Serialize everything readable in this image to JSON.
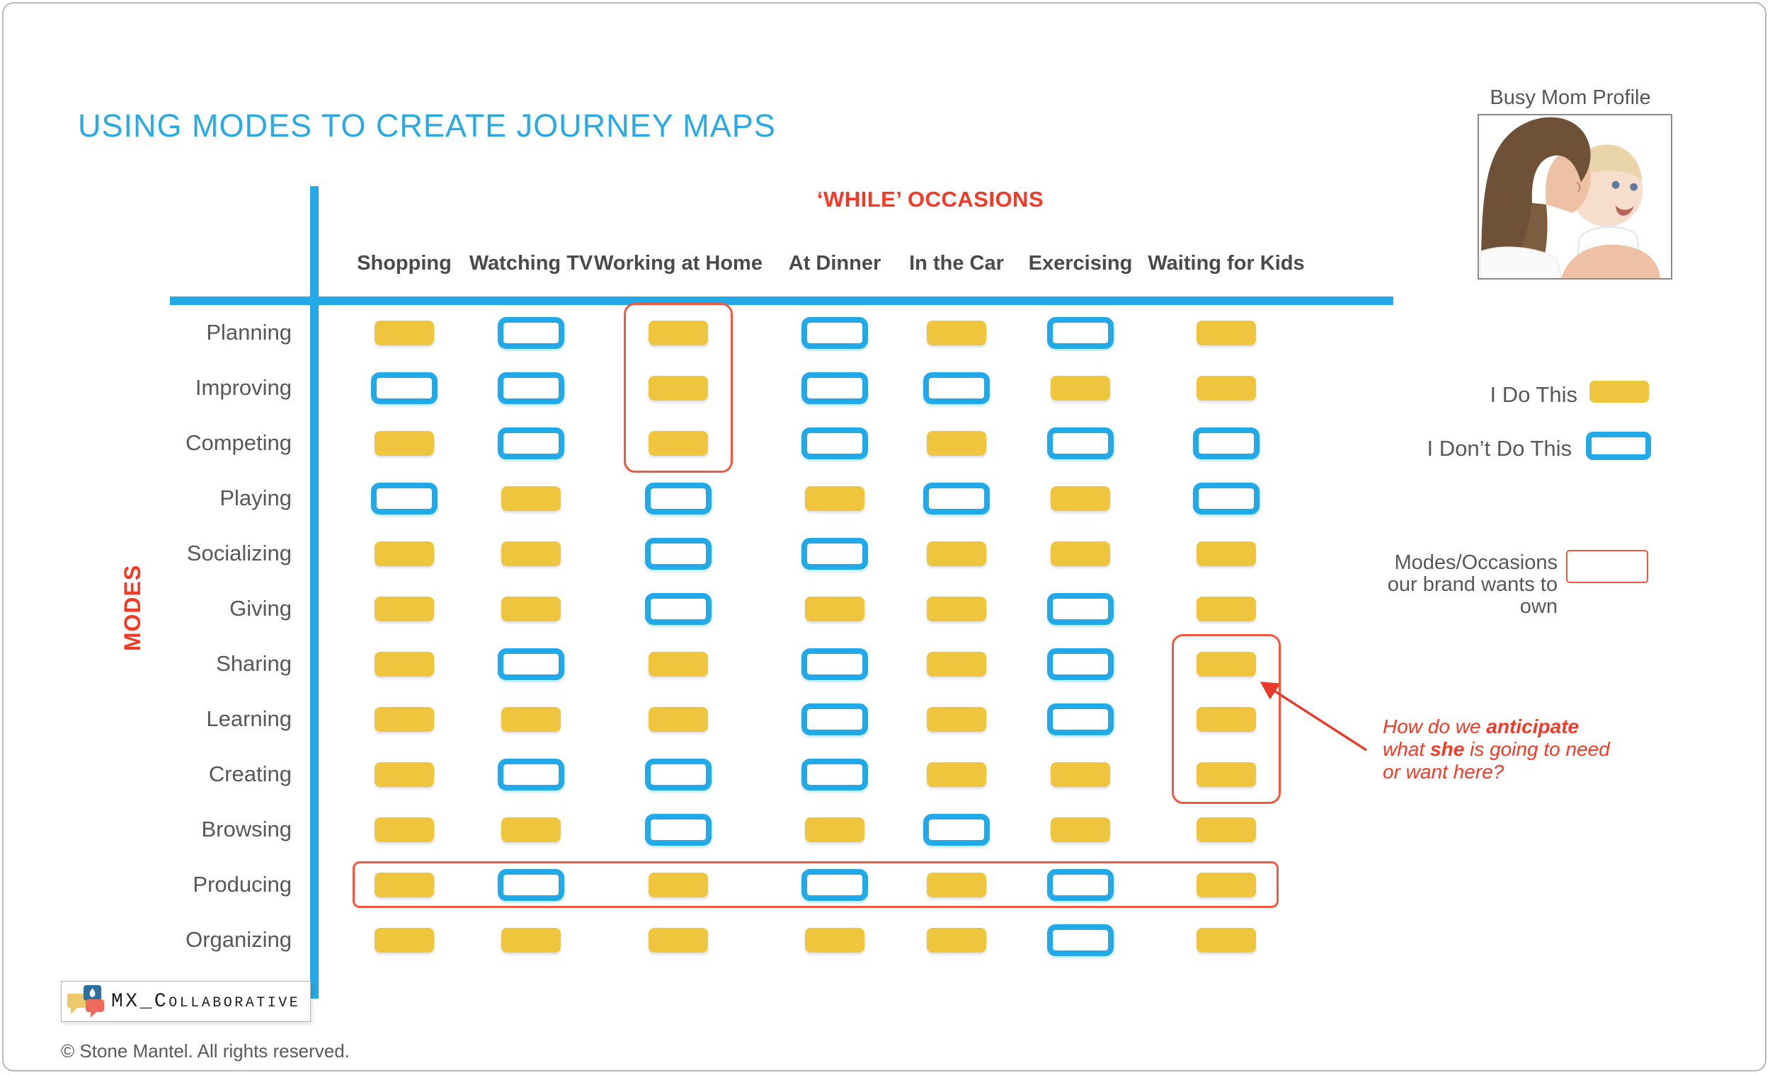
{
  "slide": {
    "title": "USING MODES TO CREATE JOURNEY MAPS",
    "logo_text": "MX_Collaborative",
    "copyright": "© Stone Mantel. All rights reserved."
  },
  "matrix": {
    "x_axis_title": "‘WHILE’ OCCASIONS",
    "y_axis_title": "MODES",
    "col_headers": [
      "Shopping",
      "Watching TV",
      "Working at Home",
      "At Dinner",
      "In the Car",
      "Exercising",
      "Waiting for Kids"
    ],
    "cell_legend": {
      "1": "I Do This",
      "0": "I Don’t Do This"
    },
    "rows": [
      {
        "label": "Planning",
        "cells": [
          1,
          0,
          1,
          0,
          1,
          0,
          1
        ]
      },
      {
        "label": "Improving",
        "cells": [
          0,
          0,
          1,
          0,
          0,
          1,
          1
        ]
      },
      {
        "label": "Competing",
        "cells": [
          1,
          0,
          1,
          0,
          1,
          0,
          0
        ]
      },
      {
        "label": "Playing",
        "cells": [
          0,
          1,
          0,
          1,
          0,
          1,
          0
        ]
      },
      {
        "label": "Socializing",
        "cells": [
          1,
          1,
          0,
          0,
          1,
          1,
          1
        ]
      },
      {
        "label": "Giving",
        "cells": [
          1,
          1,
          0,
          1,
          1,
          0,
          1
        ]
      },
      {
        "label": "Sharing",
        "cells": [
          1,
          0,
          1,
          0,
          1,
          0,
          1
        ]
      },
      {
        "label": "Learning",
        "cells": [
          1,
          1,
          1,
          0,
          1,
          0,
          1
        ]
      },
      {
        "label": "Creating",
        "cells": [
          1,
          0,
          0,
          0,
          1,
          1,
          1
        ]
      },
      {
        "label": "Browsing",
        "cells": [
          1,
          1,
          0,
          1,
          0,
          1,
          1
        ]
      },
      {
        "label": "Producing",
        "cells": [
          1,
          0,
          1,
          0,
          1,
          0,
          1
        ]
      },
      {
        "label": "Organizing",
        "cells": [
          1,
          1,
          1,
          1,
          1,
          0,
          1
        ]
      }
    ]
  },
  "highlights": [
    {
      "name": "working-at-home-focus",
      "type": "column",
      "col": 2,
      "row_start": 0,
      "row_end": 2
    },
    {
      "name": "waiting-for-kids-focus",
      "type": "column",
      "col": 6,
      "row_start": 6,
      "row_end": 8
    },
    {
      "name": "producing-row-focus",
      "type": "row",
      "row": 10,
      "col_start": 0,
      "col_end": 6
    }
  ],
  "profile": {
    "title": "Busy Mom Profile"
  },
  "legend": {
    "do_label": "I Do This",
    "dont_label": "I Don’t Do  This",
    "own_label": "Modes/Occasions\nour brand wants to\nown"
  },
  "annotation": {
    "l1a": "How do we ",
    "l1b": "anticipate",
    "l2a": "what ",
    "l2b": "she",
    "l2c": " is going to need",
    "l3": "or want here?"
  },
  "colors": {
    "accent_blue": "#22A9E8",
    "title_blue": "#2BAAE2",
    "yellow": "#F0C53E",
    "red": "#F23A26",
    "red_box": "#F3573F",
    "gray_text": "#575757",
    "header_gray": "#4A4A4A"
  }
}
